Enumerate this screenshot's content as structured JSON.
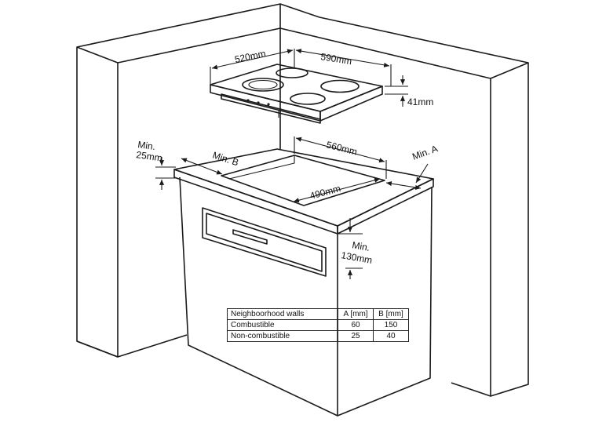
{
  "dimensions": {
    "hob_width": "520mm",
    "hob_depth": "590mm",
    "hob_height": "41mm",
    "cutout_width": "560mm",
    "cutout_depth": "490mm",
    "min_b": "Min. B",
    "min_a": "Min. A",
    "min_25_line1": "Min.",
    "min_25_line2": "25mm",
    "min_130_line1": "Min.",
    "min_130_line2": "130mm"
  },
  "table": {
    "header": [
      "Neighboorhood walls",
      "A [mm]",
      "B [mm]"
    ],
    "rows": [
      [
        "Combustible",
        "60",
        "150"
      ],
      [
        "Non-combustible",
        "25",
        "40"
      ]
    ]
  }
}
